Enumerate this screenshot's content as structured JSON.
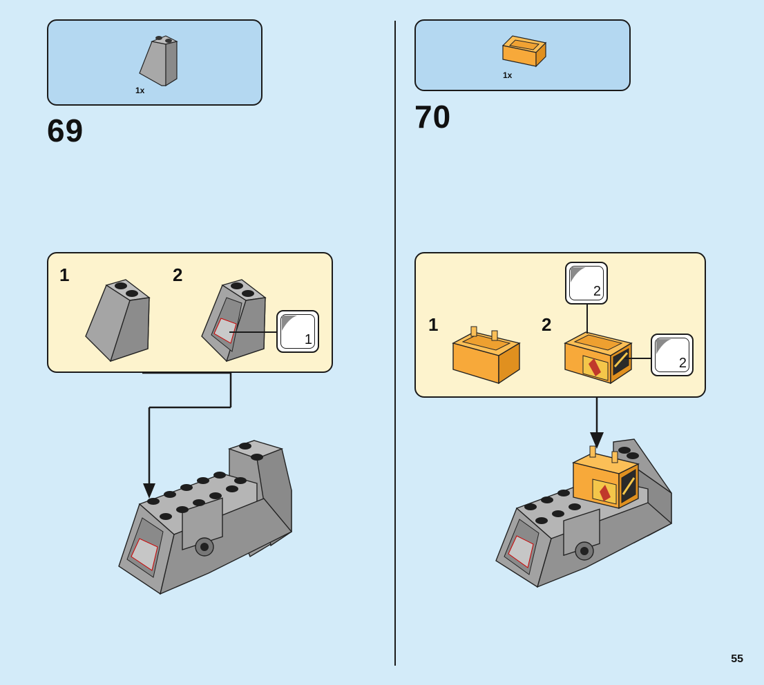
{
  "page": {
    "number": "55"
  },
  "steps": [
    {
      "number": "69",
      "parts": [
        {
          "name": "grey-slope-brick-icon",
          "quantity": "1x",
          "color": "#9a9a9a"
        }
      ],
      "substeps": [
        {
          "number": "1"
        },
        {
          "number": "2",
          "sticker": "1"
        }
      ]
    },
    {
      "number": "70",
      "parts": [
        {
          "name": "orange-box-icon",
          "quantity": "1x",
          "color": "#f7a93a"
        }
      ],
      "substeps": [
        {
          "number": "1"
        },
        {
          "number": "2",
          "stickers": [
            "2",
            "2"
          ]
        }
      ]
    }
  ],
  "colors": {
    "background": "#d3ebf9",
    "parts_box": "#b4d8f1",
    "substep_box": "#fdf3cd",
    "grey_brick": "#9a9a9a",
    "orange_brick": "#f7a93a",
    "stud_black": "#1e1e1e"
  }
}
